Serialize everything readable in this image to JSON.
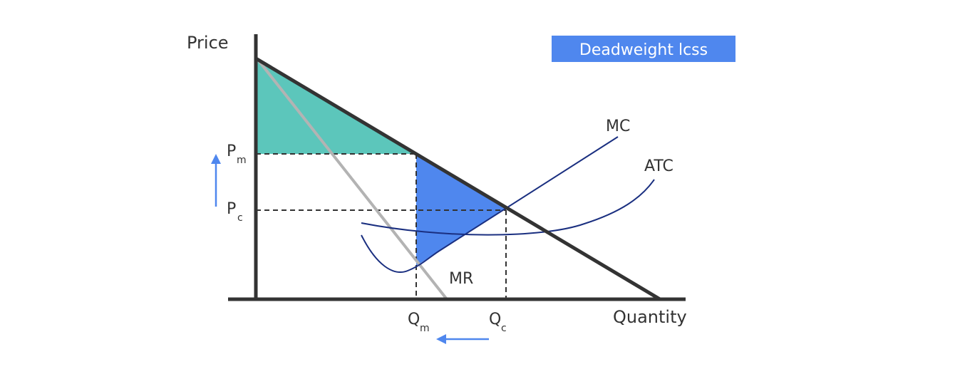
{
  "labels": {
    "price": "Price",
    "quantity": "Quantity",
    "mc": "MC",
    "atc": "ATC",
    "mr": "MR",
    "pm_main": "P",
    "pm_sub": "m",
    "pc_main": "P",
    "pc_sub": "c",
    "qm_main": "Q",
    "qm_sub": "m",
    "qc_main": "Q",
    "qc_sub": "c"
  },
  "badge": {
    "text": "Deadweight lcss"
  },
  "colors": {
    "axis": "#333333",
    "demand": "#333333",
    "mr": "#b3b3b3",
    "curves": "#1a2f80",
    "consumer_surplus_area": "#5cc6bb",
    "deadweight_area": "#4f87ee",
    "badge_bg": "#4f87ee",
    "arrow": "#4f87ee"
  },
  "icons": {
    "price_shift": "arrow-up-icon",
    "quantity_shift": "arrow-left-icon"
  }
}
